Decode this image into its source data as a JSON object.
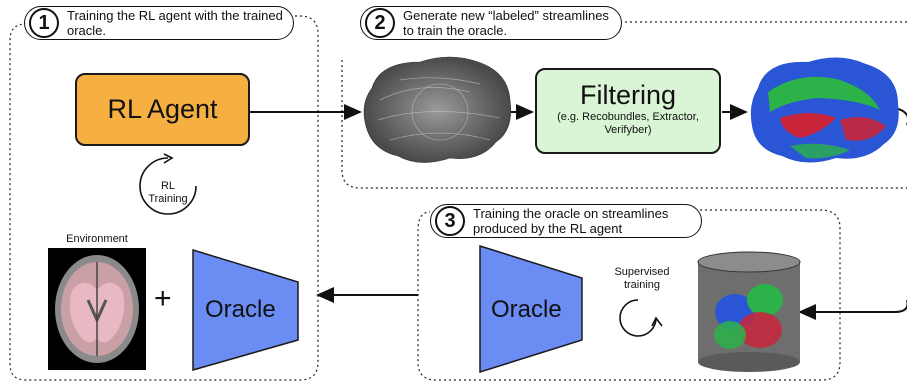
{
  "steps": [
    {
      "number": "1",
      "text": "Training the RL agent with the trained oracle."
    },
    {
      "number": "2",
      "text": "Generate new “labeled” streamlines to train the oracle."
    },
    {
      "number": "3",
      "text": "Training the oracle on streamlines produced by the RL agent"
    }
  ],
  "rl_agent_label": "RL Agent",
  "rl_training_label": "RL Training",
  "environment_label": "Environment",
  "plus_sign": "+",
  "oracle_label": "Oracle",
  "filtering": {
    "title": "Filtering",
    "subtitle": "(e.g. Recobundles, Extractor, Verifyber)"
  },
  "supervised_training_label": "Supervised training",
  "colors": {
    "rl_agent": "#f5b041",
    "filtering": "#d9f5d5",
    "oracle": "#6b8cf2",
    "database": "#6e6e6e"
  }
}
